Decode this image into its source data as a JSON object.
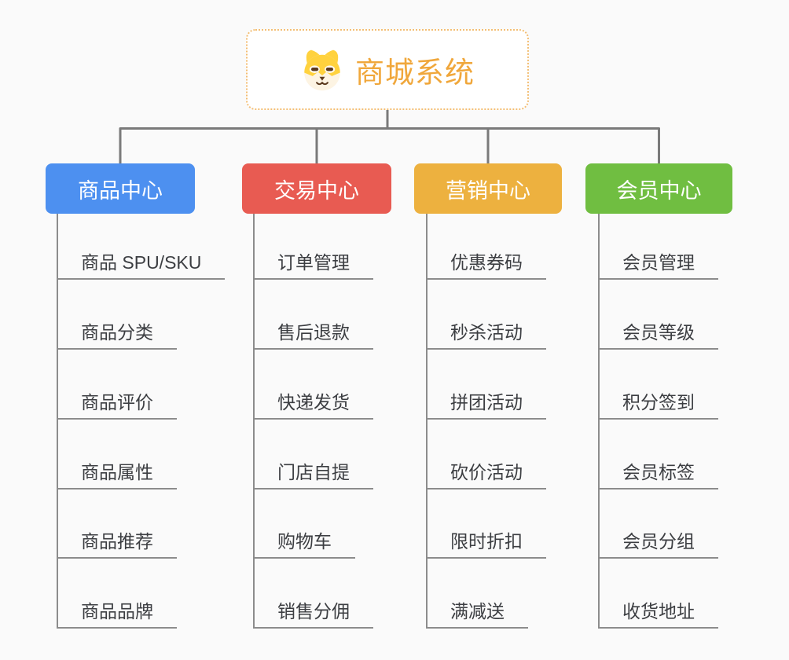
{
  "root": {
    "title": "商城系统",
    "icon": "dog-face-icon",
    "title_color": "#F0A73B",
    "border_color": "#F3BE74"
  },
  "colors": {
    "background": "#FAFAFA",
    "connector": "#7A7A7A",
    "child_line": "#8C8C8C",
    "child_text": "#3C3E42"
  },
  "branches": [
    {
      "label": "商品中心",
      "color": "#4D90F0",
      "items": [
        "商品 SPU/SKU",
        "商品分类",
        "商品评价",
        "商品属性",
        "商品推荐",
        "商品品牌"
      ]
    },
    {
      "label": "交易中心",
      "color": "#E85B52",
      "items": [
        "订单管理",
        "售后退款",
        "快递发货",
        "门店自提",
        "购物车",
        "销售分佣"
      ]
    },
    {
      "label": "营销中心",
      "color": "#EDB13F",
      "items": [
        "优惠券码",
        "秒杀活动",
        "拼团活动",
        "砍价活动",
        "限时折扣",
        "满减送"
      ]
    },
    {
      "label": "会员中心",
      "color": "#70BE41",
      "items": [
        "会员管理",
        "会员等级",
        "积分签到",
        "会员标签",
        "会员分组",
        "收货地址"
      ]
    }
  ]
}
